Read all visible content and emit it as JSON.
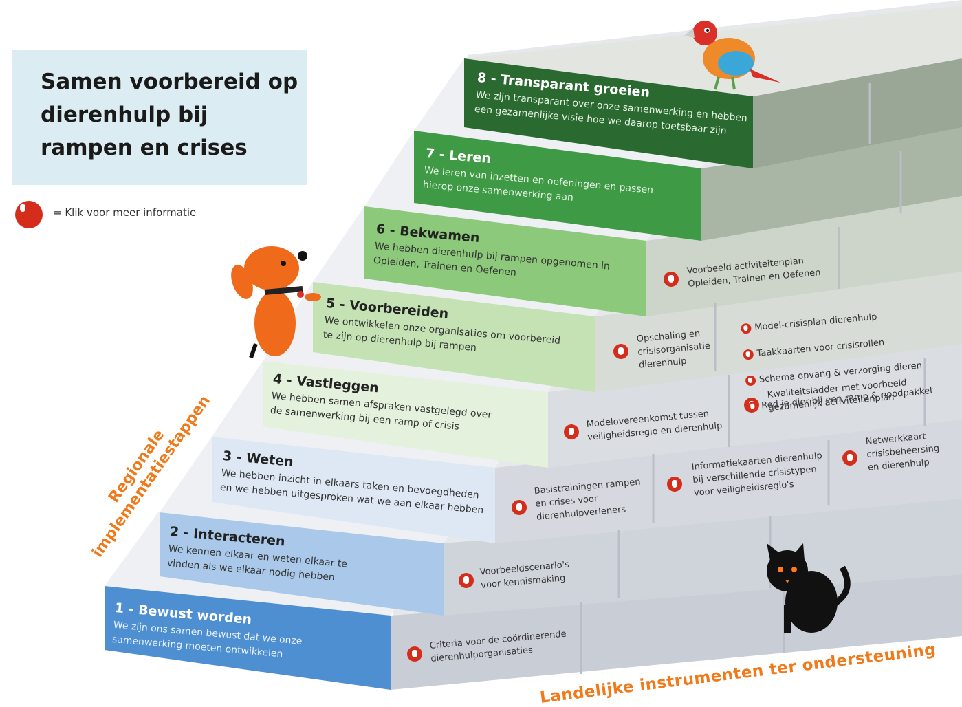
{
  "title": "Samen voorbereid op\ndierenhulp bij\nrampen en crises",
  "legend": {
    "text": "= Klik voor meer informatie",
    "icon": "hand-click-icon"
  },
  "side_label": "Regionale\nimplementatiestappen",
  "bottom_label": "Landelijke instrumenten ter ondersteuning",
  "steps": [
    {
      "title": "1 - Bewust worden",
      "desc": "We zijn ons samen bewust dat we onze\nsamenwerking moeten ontwikkelen",
      "color": "#4d8fd1"
    },
    {
      "title": "2 - Interacteren",
      "desc": "We kennen elkaar en weten elkaar te\nvinden als we elkaar nodig hebben",
      "color": "#a9c8ea"
    },
    {
      "title": "3 - Weten",
      "desc": "We hebben inzicht in elkaars taken en bevoegdheden\nen we hebben uitgesproken wat we aan elkaar hebben",
      "color": "#dde8f4"
    },
    {
      "title": "4 - Vastleggen",
      "desc": "We hebben samen afspraken vastgelegd over\nde samenwerking bij een ramp of crisis",
      "color": "#e4f1dc"
    },
    {
      "title": "5 - Voorbereiden",
      "desc": "We ontwikkelen onze organisaties om voorbereid\nte zijn op dierenhulp bij rampen",
      "color": "#c4e2b3"
    },
    {
      "title": "6 - Bekwamen",
      "desc": "We hebben dierenhulp bij rampen opgenomen in\nOpleiden, Trainen en Oefenen",
      "color": "#8cc97a"
    },
    {
      "title": "7 - Leren",
      "desc": "We leren van inzetten en oefeningen en passen\nhierop onze samenwerking aan",
      "color": "#3e9a44"
    },
    {
      "title": "8 - Transparant groeien",
      "desc": "We zijn transparant over onze samenwerking en hebben\neen gezamenlijke visie hoe we daarop toetsbaar zijn",
      "color": "#2a6a31"
    }
  ],
  "tools": {
    "t1": "Criteria voor de coördinerende\ndierenhulporganisaties",
    "t2": "Voorbeeldscenario's\nvoor kennismaking",
    "t3a": "Basistrainingen rampen\nen crises voor\ndierenhulpverleners",
    "t3b": "Informatiekaarten dierenhulp\nbij verschillende crisistypen\nvoor veiligheidsregio's",
    "t3c": "Netwerkkaart\ncrisisbeheersing\nen dierenhulp",
    "t4a": "Modelovereenkomst tussen\nveiligheidsregio en dierenhulp",
    "t4b": "Kwaliteitsladder met voorbeeld\ngezamenlijk activiteitenplan",
    "t5a": "Opschaling en\ncrisisorganisatie\ndierenhulp",
    "t5b": [
      "Model-crisisplan dierenhulp",
      "Taakkaarten voor crisisrollen",
      "Schema opvang & verzorging dieren",
      "Red je dier bij een ramp & noodpakket"
    ],
    "t6": "Voorbeeld activiteitenplan\nOpleiden, Trainen en Oefenen"
  },
  "animals": [
    "parrot-illustration",
    "dog-illustration",
    "cat-illustration"
  ],
  "colors": {
    "accent_orange": "#f07a1a",
    "click_red": "#d42d1c",
    "wall": "#cfd3da"
  }
}
